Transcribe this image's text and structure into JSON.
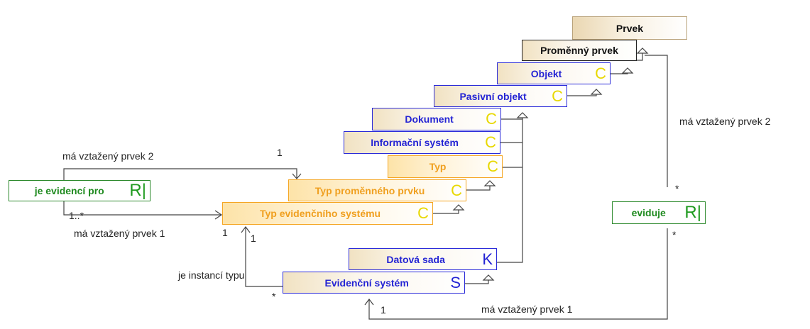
{
  "classes": {
    "prvek": {
      "label": "Prvek"
    },
    "promenny_prvek": {
      "label": "Proměnný prvek"
    },
    "objekt": {
      "label": "Objekt",
      "stereotype": "C"
    },
    "pasivni_objekt": {
      "label": "Pasivní objekt",
      "stereotype": "C"
    },
    "dokument": {
      "label": "Dokument",
      "stereotype": "C"
    },
    "informacni_system": {
      "label": "Informační systém",
      "stereotype": "C"
    },
    "typ": {
      "label": "Typ",
      "stereotype": "C"
    },
    "typ_promenneho_prvku": {
      "label": "Typ proměnného prvku",
      "stereotype": "C"
    },
    "typ_evidencniho_systemu": {
      "label": "Typ evidenčního systému",
      "stereotype": "C"
    },
    "datova_sada": {
      "label": "Datová sada",
      "stereotype": "K"
    },
    "evidencni_system": {
      "label": "Evidenční systém",
      "stereotype": "S"
    },
    "je_evidenci_pro": {
      "label": "je evidencí pro",
      "stereotype": "R|"
    },
    "eviduje": {
      "label": "eviduje",
      "stereotype": "R|"
    }
  },
  "labels": {
    "je_evid_role2": "má vztažený prvek 2",
    "je_evid_role1": "má vztažený prvek 1",
    "je_evid_mult_top": "1",
    "je_evid_mult_bottom": "1..*",
    "je_evid_mult_target": "1",
    "eviduje_role2": "má vztažený prvek 2",
    "eviduje_role1": "má vztažený prvek 1",
    "eviduje_mult_top": "*",
    "eviduje_mult_bottom": "*",
    "eviduje_mult_target": "1",
    "instance_label": "je instancí typu",
    "instance_mult_source": "*",
    "instance_mult_target": "1"
  },
  "colors": {
    "blue_class": "#2424d4",
    "orange_class": "#f0a020",
    "green_relation": "#1f8a1f",
    "stereotype_c": "#e8d800"
  }
}
